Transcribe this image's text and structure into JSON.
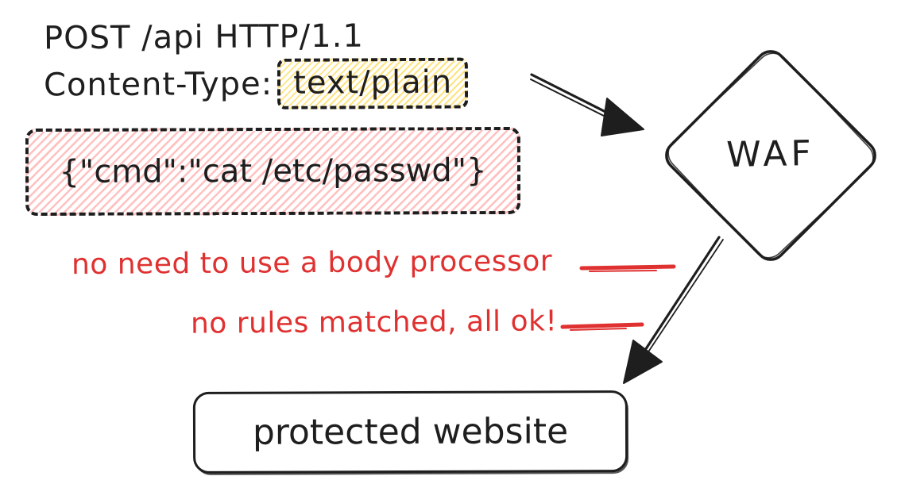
{
  "request": {
    "line1": "POST /api HTTP/1.1",
    "content_type_label": "Content-Type:",
    "content_type_value": "text/plain"
  },
  "payload": {
    "text": "{\"cmd\":\"cat /etc/passwd\"}"
  },
  "annotations": {
    "body_processor_note": "no need to use a body processor",
    "rules_note": "no rules matched, all ok!"
  },
  "waf": {
    "label": "WAF"
  },
  "website": {
    "label": "protected website"
  },
  "colors": {
    "ink": "#1e1e1e",
    "annotation_red": "#e03131",
    "highlight_yellow": "#ffd43b",
    "highlight_pink": "#ffc9c9",
    "background": "#ffffff"
  }
}
